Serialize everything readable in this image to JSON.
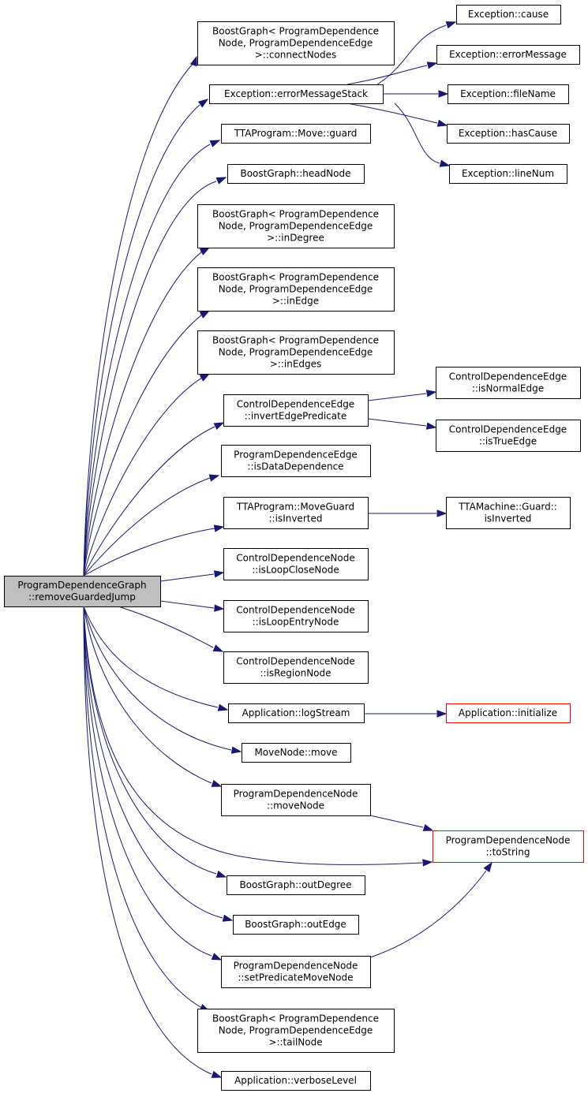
{
  "colors": {
    "edge": "#191970",
    "node_border": "#000000",
    "node_border_external": "#ff0000",
    "root_fill": "#bfbfbf",
    "node_fill": "#ffffff"
  },
  "nodes": {
    "root": {
      "lines": [
        "ProgramDependenceGraph",
        "::removeGuardedJump"
      ],
      "kind": "root"
    },
    "connectNodes": {
      "lines": [
        "BoostGraph< ProgramDependence",
        "Node, ProgramDependenceEdge",
        ">::connectNodes"
      ]
    },
    "errorMessageStack": {
      "lines": [
        "Exception::errorMessageStack"
      ]
    },
    "guard": {
      "lines": [
        "TTAProgram::Move::guard"
      ]
    },
    "headNode": {
      "lines": [
        "BoostGraph::headNode"
      ]
    },
    "inDegree": {
      "lines": [
        "BoostGraph< ProgramDependence",
        "Node, ProgramDependenceEdge",
        ">::inDegree"
      ]
    },
    "inEdge": {
      "lines": [
        "BoostGraph< ProgramDependence",
        "Node, ProgramDependenceEdge",
        ">::inEdge"
      ]
    },
    "inEdges": {
      "lines": [
        "BoostGraph< ProgramDependence",
        "Node, ProgramDependenceEdge",
        ">::inEdges"
      ]
    },
    "invertEdgePredicate": {
      "lines": [
        "ControlDependenceEdge",
        "::invertEdgePredicate"
      ]
    },
    "isDataDependence": {
      "lines": [
        "ProgramDependenceEdge",
        "::isDataDependence"
      ]
    },
    "isInvertedMG": {
      "lines": [
        "TTAProgram::MoveGuard",
        "::isInverted"
      ]
    },
    "isLoopCloseNode": {
      "lines": [
        "ControlDependenceNode",
        "::isLoopCloseNode"
      ]
    },
    "isLoopEntryNode": {
      "lines": [
        "ControlDependenceNode",
        "::isLoopEntryNode"
      ]
    },
    "isRegionNode": {
      "lines": [
        "ControlDependenceNode",
        "::isRegionNode"
      ]
    },
    "logStream": {
      "lines": [
        "Application::logStream"
      ]
    },
    "move": {
      "lines": [
        "MoveNode::move"
      ]
    },
    "moveNode": {
      "lines": [
        "ProgramDependenceNode",
        "::moveNode"
      ]
    },
    "outDegree": {
      "lines": [
        "BoostGraph::outDegree"
      ]
    },
    "outEdge": {
      "lines": [
        "BoostGraph::outEdge"
      ]
    },
    "setPredicateMoveNode": {
      "lines": [
        "ProgramDependenceNode",
        "::setPredicateMoveNode"
      ]
    },
    "tailNode": {
      "lines": [
        "BoostGraph< ProgramDependence",
        "Node, ProgramDependenceEdge",
        ">::tailNode"
      ]
    },
    "verboseLevel": {
      "lines": [
        "Application::verboseLevel"
      ]
    },
    "cause": {
      "lines": [
        "Exception::cause"
      ]
    },
    "errorMessage": {
      "lines": [
        "Exception::errorMessage"
      ]
    },
    "fileName": {
      "lines": [
        "Exception::fileName"
      ]
    },
    "hasCause": {
      "lines": [
        "Exception::hasCause"
      ]
    },
    "lineNum": {
      "lines": [
        "Exception::lineNum"
      ]
    },
    "isNormalEdge": {
      "lines": [
        "ControlDependenceEdge",
        "::isNormalEdge"
      ]
    },
    "isTrueEdge": {
      "lines": [
        "ControlDependenceEdge",
        "::isTrueEdge"
      ]
    },
    "isInvertedG": {
      "lines": [
        "TTAMachine::Guard::",
        "isInverted"
      ]
    },
    "initialize": {
      "lines": [
        "Application::initialize"
      ],
      "kind": "external"
    },
    "toString": {
      "lines": [
        "ProgramDependenceNode",
        "::toString"
      ],
      "kind": "external"
    }
  },
  "edges": [
    [
      "root",
      "connectNodes"
    ],
    [
      "root",
      "errorMessageStack"
    ],
    [
      "root",
      "guard"
    ],
    [
      "root",
      "headNode"
    ],
    [
      "root",
      "inDegree"
    ],
    [
      "root",
      "inEdge"
    ],
    [
      "root",
      "inEdges"
    ],
    [
      "root",
      "invertEdgePredicate"
    ],
    [
      "root",
      "isDataDependence"
    ],
    [
      "root",
      "isInvertedMG"
    ],
    [
      "root",
      "isLoopCloseNode"
    ],
    [
      "root",
      "isLoopEntryNode"
    ],
    [
      "root",
      "isRegionNode"
    ],
    [
      "root",
      "logStream"
    ],
    [
      "root",
      "move"
    ],
    [
      "root",
      "moveNode"
    ],
    [
      "root",
      "toString"
    ],
    [
      "root",
      "outDegree"
    ],
    [
      "root",
      "outEdge"
    ],
    [
      "root",
      "setPredicateMoveNode"
    ],
    [
      "root",
      "tailNode"
    ],
    [
      "root",
      "verboseLevel"
    ],
    [
      "errorMessageStack",
      "cause"
    ],
    [
      "errorMessageStack",
      "errorMessage"
    ],
    [
      "errorMessageStack",
      "fileName"
    ],
    [
      "errorMessageStack",
      "hasCause"
    ],
    [
      "errorMessageStack",
      "lineNum"
    ],
    [
      "invertEdgePredicate",
      "isNormalEdge"
    ],
    [
      "invertEdgePredicate",
      "isTrueEdge"
    ],
    [
      "isInvertedMG",
      "isInvertedG"
    ],
    [
      "logStream",
      "initialize"
    ],
    [
      "moveNode",
      "toString"
    ],
    [
      "setPredicateMoveNode",
      "toString"
    ]
  ]
}
